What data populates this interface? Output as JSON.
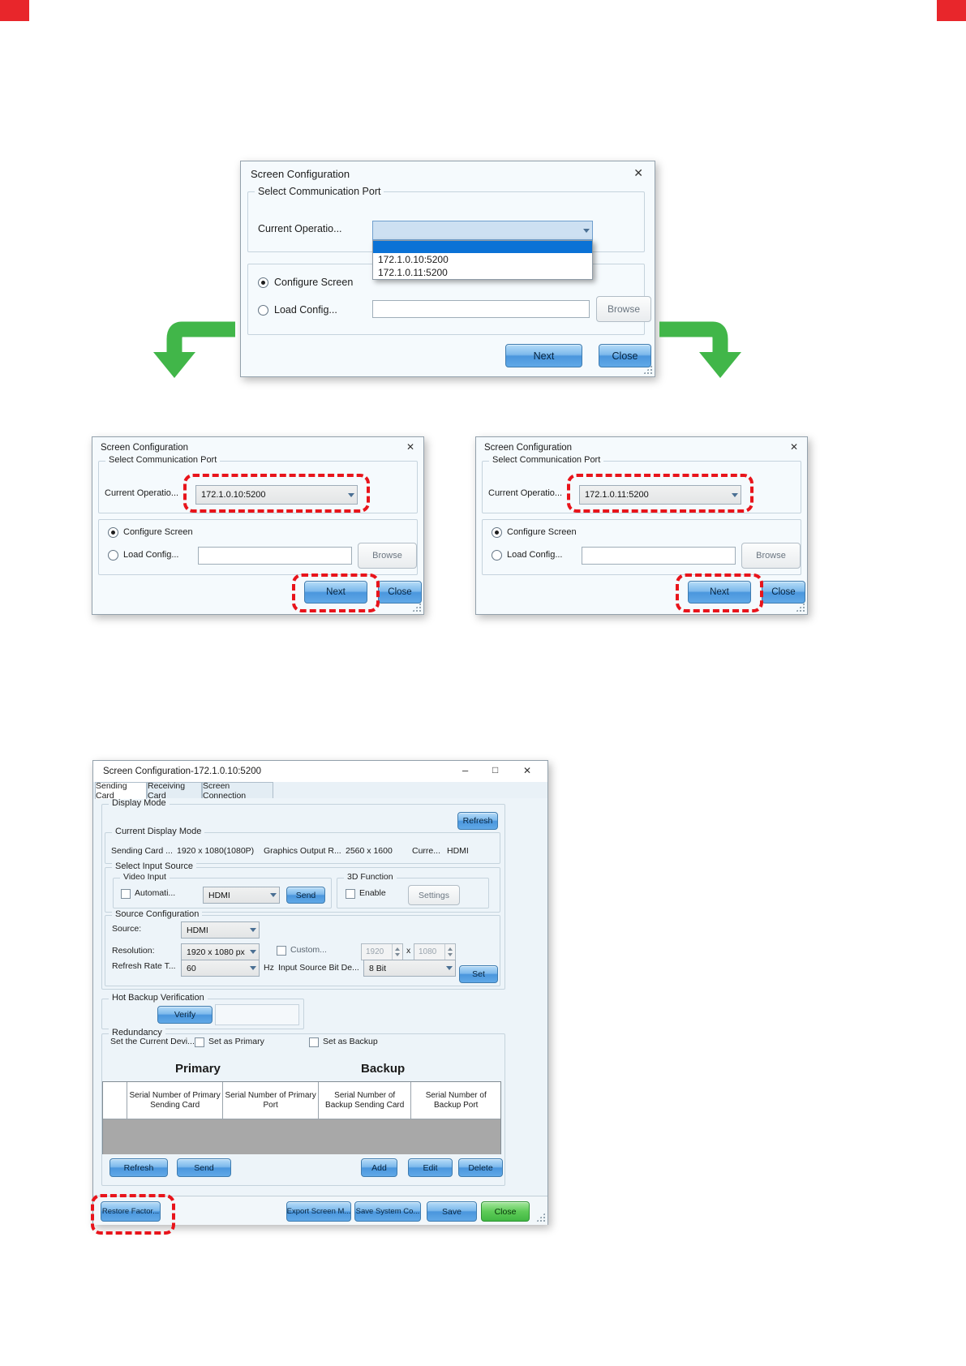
{
  "page": {
    "corner_color": "#e8262b"
  },
  "common": {
    "title": "Screen Configuration",
    "group_port": "Select Communication Port",
    "label_port": "Current Operatio...",
    "radio_configure": "Configure Screen",
    "radio_load": "Load Config...",
    "browse_label": "Browse",
    "next_label": "Next",
    "close_label": "Close",
    "close_icon": "✕"
  },
  "dialog_top": {
    "ports": [
      "172.1.0.10:5200",
      "172.1.0.11:5200"
    ]
  },
  "dialog_left": {
    "port_value": "172.1.0.10:5200"
  },
  "dialog_right": {
    "port_value": "172.1.0.11:5200"
  },
  "big": {
    "title": "Screen Configuration-172.1.0.10:5200",
    "min_icon": "–",
    "max_icon": "□",
    "close_icon": "✕",
    "tabs": [
      "Sending Card",
      "Receiving Card",
      "Screen Connection"
    ],
    "display_mode_legend": "Display Mode",
    "refresh_label": "Refresh",
    "cdm": {
      "legend": "Current Display Mode",
      "items": [
        {
          "label": "Sending Card ...",
          "value": "1920 x 1080(1080P)"
        },
        {
          "label": "Graphics Output R...",
          "value": "2560 x 1600"
        },
        {
          "label": "Curre...",
          "value": "HDMI"
        }
      ]
    },
    "sis": {
      "legend": "Select Input Source",
      "video_group": "Video Input",
      "auto_label": "Automati...",
      "video_combo": "HDMI",
      "send_label": "Send",
      "threed_group": "3D Function",
      "enable_label": "Enable",
      "settings_label": "Settings"
    },
    "sc": {
      "legend": "Source Configuration",
      "source_label": "Source:",
      "source_value": "HDMI",
      "resolution_label": "Resolution:",
      "resolution_value": "1920 x 1080 px",
      "custom_label": "Custom...",
      "custom_w": "1920",
      "times_label": "x",
      "custom_h": "1080",
      "rate_label": "Refresh Rate T...",
      "rate_value": "60",
      "hz_label": "Hz",
      "bit_label": "Input Source Bit De...",
      "bit_value": "8 Bit",
      "set_label": "Set"
    },
    "hb": {
      "legend": "Hot Backup Verification",
      "verify_label": "Verify"
    },
    "red": {
      "legend": "Redundancy",
      "device_label": "Set the Current Devi...",
      "primary_cb": "Set as Primary",
      "backup_cb": "Set as Backup",
      "primary_heading": "Primary",
      "backup_heading": "Backup",
      "headers": [
        "Serial Number of Primary Sending Card",
        "Serial Number of Primary Port",
        "Serial Number of Backup Sending Card",
        "Serial Number of Backup Port"
      ],
      "refresh_label": "Refresh",
      "send_label": "Send",
      "add_label": "Add",
      "edit_label": "Edit",
      "delete_label": "Delete"
    },
    "bottom": {
      "restore_label": "Restore Factor...",
      "export_label": "Export Screen M...",
      "save_system_label": "Save System Co...",
      "save_label": "Save",
      "close_label": "Close"
    }
  },
  "colors": {
    "accent_blue": "#4a96dd",
    "selection_blue": "#0a72d6",
    "highlight_red": "#e8141b",
    "arrow_green": "#41b649",
    "close_green": "#41b843"
  }
}
